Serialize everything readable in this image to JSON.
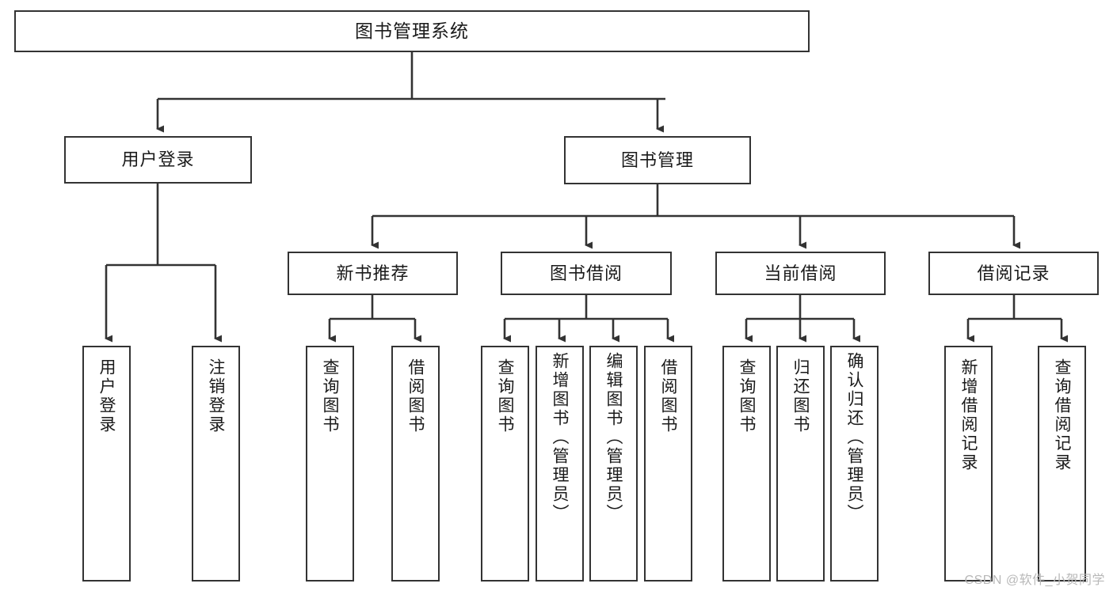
{
  "diagram": {
    "title": "图书管理系统",
    "type": "tree",
    "watermark": "CSDN @软件_小贺同学",
    "colors": {
      "background": "#ffffff",
      "node_border": "#333333",
      "node_fill": "#ffffff",
      "link": "#333333",
      "text": "#1a1a1a",
      "watermark": "#b8b8b8"
    },
    "nodes": {
      "root": {
        "label": "图书管理系统"
      },
      "level2": [
        {
          "label": "用户登录"
        },
        {
          "label": "图书管理"
        }
      ],
      "level3": [
        {
          "label": "新书推荐"
        },
        {
          "label": "图书借阅"
        },
        {
          "label": "当前借阅"
        },
        {
          "label": "借阅记录"
        }
      ],
      "leaves": {
        "user_login": [
          {
            "label": "用户登录"
          },
          {
            "label": "注销登录"
          }
        ],
        "new_book": [
          {
            "label": "查询图书"
          },
          {
            "label": "借阅图书"
          }
        ],
        "book_borrow": [
          {
            "label": "查询图书"
          },
          {
            "label": "新增图书（管理员）"
          },
          {
            "label": "编辑图书（管理员）"
          },
          {
            "label": "借阅图书"
          }
        ],
        "current_borrow": [
          {
            "label": "查询图书"
          },
          {
            "label": "归还图书"
          },
          {
            "label": "确认归还（管理员）"
          }
        ],
        "borrow_record": [
          {
            "label": "新增借阅记录"
          },
          {
            "label": "查询借阅记录"
          }
        ]
      }
    }
  }
}
